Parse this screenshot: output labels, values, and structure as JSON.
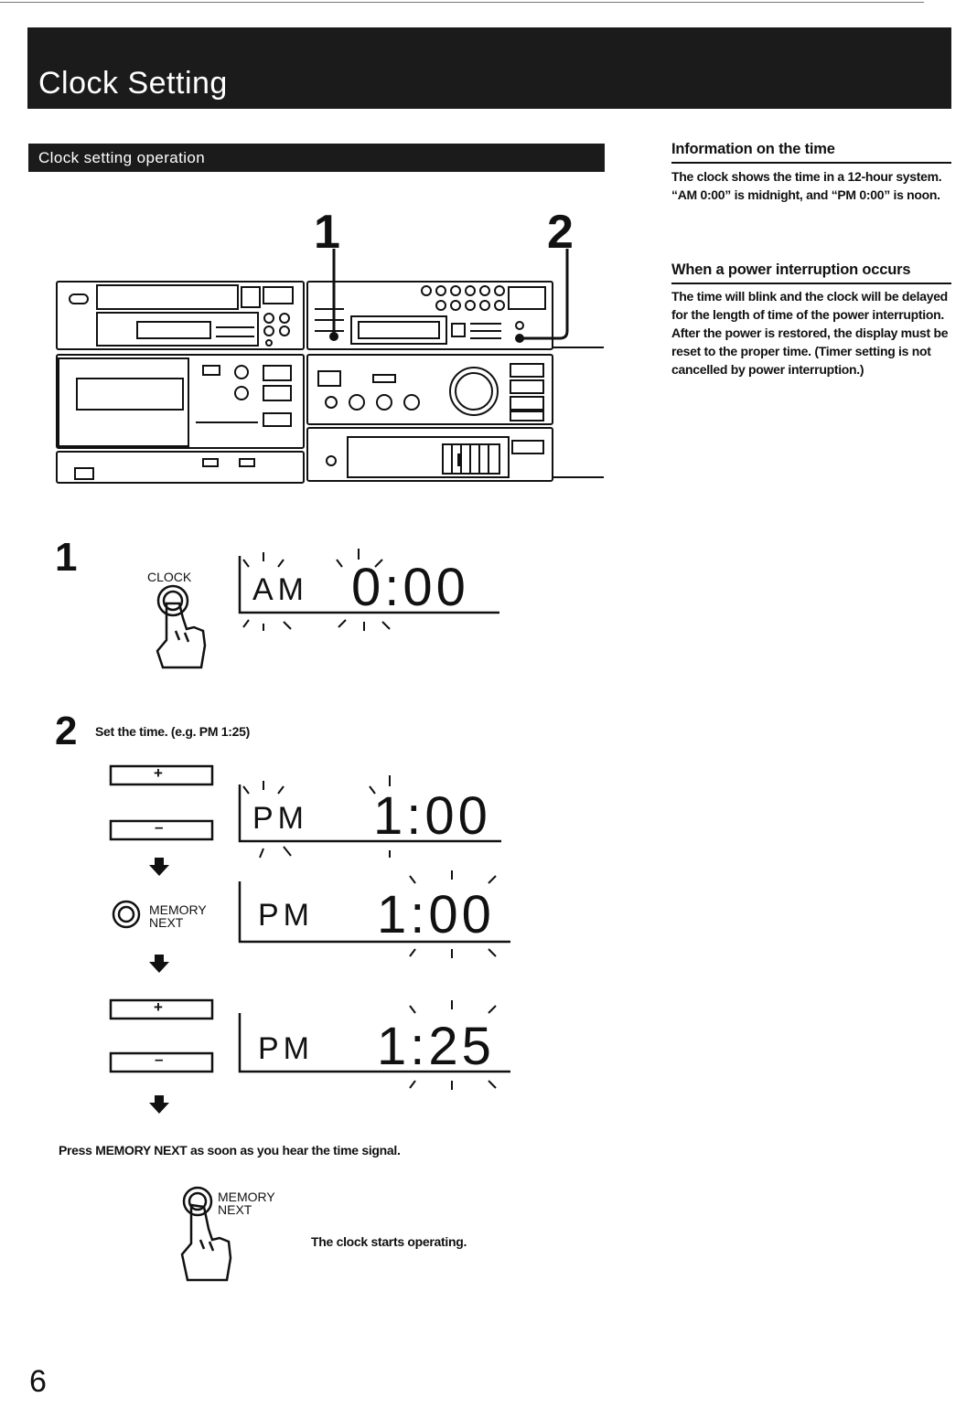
{
  "page": {
    "title": "Clock Setting",
    "section_title": "Clock setting operation",
    "page_number": "6"
  },
  "illustration": {
    "callout_1": "1",
    "callout_2": "2"
  },
  "info": {
    "heading": "Information on the time",
    "line1": "The clock shows the time in a 12-hour system.",
    "line2": "“AM 0:00” is midnight, and “PM 0:00” is noon."
  },
  "power": {
    "heading": "When a power interruption occurs",
    "text": "The time will blink and the clock will be delayed for the length of time of the power interruption. After the power is restored, the display must be reset to the proper time. (Timer setting is not cancelled by power interruption.)"
  },
  "steps": {
    "step1": {
      "number": "1",
      "button_label": "CLOCK",
      "display": {
        "ampm": "AM",
        "time": "0:00"
      }
    },
    "step2": {
      "number": "2",
      "instruction": "Set the time. (e.g. PM 1:25)",
      "plus_label": "+",
      "minus_label": "–",
      "memory_label_1": "MEMORY",
      "memory_label_2": "NEXT",
      "display_a": {
        "ampm": "PM",
        "time": "1:00"
      },
      "display_b": {
        "ampm": "PM",
        "time": "1:00"
      },
      "display_c": {
        "ampm": "PM",
        "time": "1:25"
      }
    },
    "final_instruction": "Press MEMORY NEXT as soon as you hear the time signal.",
    "final_memory_1": "MEMORY",
    "final_memory_2": "NEXT",
    "result": "The clock starts operating."
  },
  "colors": {
    "ink": "#111111",
    "bar": "#1b1b1b",
    "paper": "#ffffff"
  }
}
